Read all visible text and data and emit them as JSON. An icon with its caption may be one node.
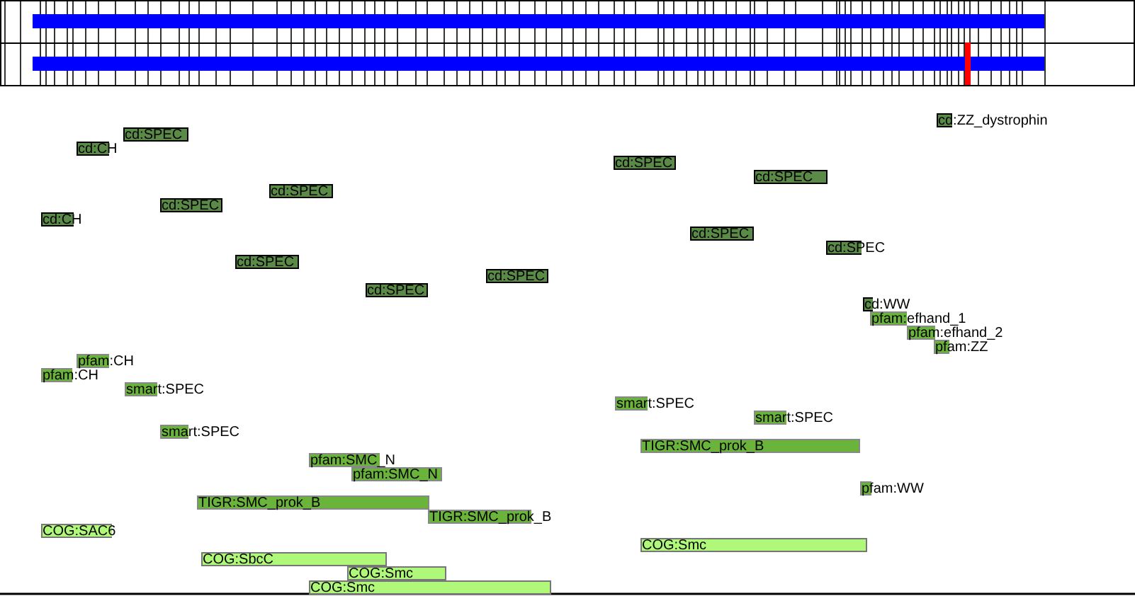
{
  "diagram": {
    "nodes": [
      {
        "text": [
          "cd:ZZ_dystrophin"
        ]
      },
      {
        "text": [
          "cd:SPEC"
        ]
      },
      {
        "text": [
          "cd:CH"
        ]
      },
      {
        "text": [
          "cd:SPEC"
        ]
      },
      {
        "text": [
          "cd:SPEC"
        ]
      },
      {
        "text": [
          "cd:SPEC"
        ]
      },
      {
        "text": [
          "cd:SPEC"
        ]
      },
      {
        "text": [
          "cd:CH"
        ]
      },
      {
        "text": [
          "cd:SPEC"
        ]
      },
      {
        "text": [
          "cd:SPEC"
        ]
      },
      {
        "text": [
          "cd:SPEC"
        ]
      },
      {
        "text": [
          "cd:SPEC"
        ]
      },
      {
        "text": [
          "cd:SPEC"
        ]
      },
      {
        "text": [
          "cd:WW"
        ]
      },
      {
        "text": [
          "pfam:efhand_1"
        ]
      },
      {
        "text": [
          "pfam:efhand_2"
        ]
      },
      {
        "text": [
          "pfam:ZZ"
        ]
      },
      {
        "text": [
          "pfam:CH"
        ]
      },
      {
        "text": [
          "pfam:CH"
        ]
      },
      {
        "text": [
          "smart:SPEC"
        ]
      },
      {
        "text": [
          "smart:SPEC"
        ]
      },
      {
        "text": [
          "smart:SPEC"
        ]
      },
      {
        "text": [
          "smart:SPEC"
        ]
      },
      {
        "text": [
          "TIGR:SMC_prok_B"
        ]
      },
      {
        "text": [
          "pfam:SMC_N"
        ]
      },
      {
        "text": [
          "pfam:SMC_N"
        ]
      },
      {
        "text": [
          "pfam:WW"
        ]
      },
      {
        "text": [
          "TIGR:SMC_prok_B"
        ]
      },
      {
        "text": [
          "TIGR:SMC_prok_B"
        ]
      },
      {
        "text": [
          "COG:SAC6"
        ]
      },
      {
        "text": [
          "COG:Smc"
        ]
      },
      {
        "text": [
          "COG:SbcC"
        ]
      },
      {
        "text": [
          "COG:Smc"
        ]
      },
      {
        "text": [
          "COG:Smc"
        ]
      }
    ]
  }
}
